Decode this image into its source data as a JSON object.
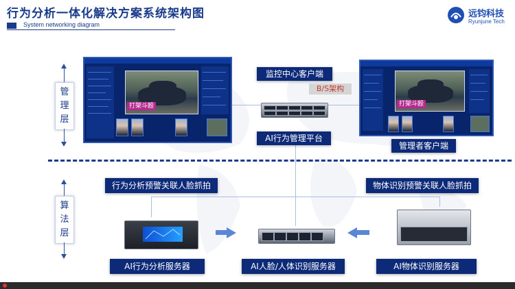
{
  "header": {
    "title": "行为分析一体化解决方案系统架构图",
    "subtitle": "System networking diagram"
  },
  "logo": {
    "name": "远钧科技",
    "english": "Ryunjune Tech"
  },
  "layers": {
    "management": "管理层",
    "algorithm": "算法层"
  },
  "management": {
    "monitor_client": "监控中心客户端",
    "bs_arch": "B/S架构",
    "ai_platform": "AI行为管理平台",
    "manager_client": "管理者客户端",
    "fight_label_left": "打架斗殴",
    "fight_label_right": "打架斗殴"
  },
  "algorithm": {
    "behavior_capture": "行为分析预警关联人脸抓拍",
    "object_capture": "物体识别预警关联人脸抓拍",
    "behavior_server": "AI行为分析服务器",
    "face_server": "AI人脸/人体识别服务器",
    "object_server": "AI物体识别服务器"
  },
  "colors": {
    "brand": "#1a3a8a",
    "label_bg": "#0d2a78",
    "bs_text": "#c0392b",
    "accent_blue": "#1f4fb3"
  },
  "icons": [
    "logo-icon",
    "world-map-icon",
    "server-icon",
    "arrow-right-icon",
    "arrow-left-icon",
    "double-arrow-icon"
  ]
}
